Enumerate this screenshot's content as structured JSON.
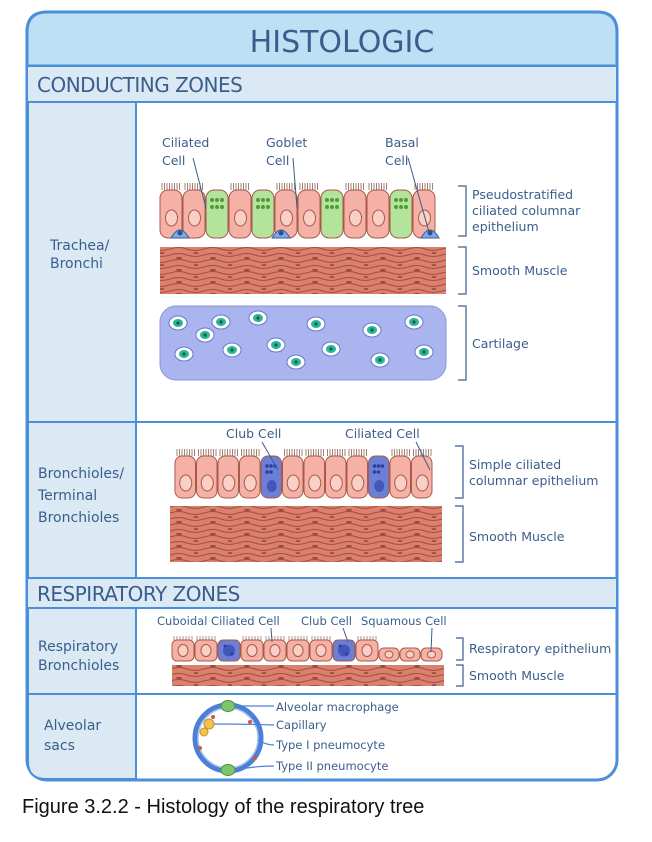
{
  "title": "HISTOLOGIC",
  "caption": "Figure 3.2.2 - Histology of the respiratory tree",
  "colors": {
    "frame": "#4a90d9",
    "header_fill": "#bfe0f4",
    "sidebar_fill": "#dbe9f4",
    "ciliated_cell": "#f5b1a6",
    "goblet_cell": "#b4e39c",
    "club_cell": "#6b7fd6",
    "muscle": "#d9806e",
    "cartilage": "#aab4ef",
    "chondrocyte": "#2bb59a"
  },
  "conducting": {
    "header": "CONDUCTING ZONES",
    "trachea": {
      "label_line1": "Trachea/",
      "label_line2": "Bronchi",
      "cell_labels": {
        "ciliated": [
          "Ciliated",
          "Cell"
        ],
        "goblet": [
          "Goblet",
          "Cell"
        ],
        "basal": [
          "Basal",
          "Cell"
        ]
      },
      "epithelium": [
        "Pseudostratified",
        "ciliated columnar",
        "epithelium"
      ],
      "muscle": "Smooth Muscle",
      "cartilage": "Cartilage"
    },
    "bronchioles": {
      "label_line1": "Bronchioles/",
      "label_line2": "Terminal",
      "label_line3": "Bronchioles",
      "club_cell": "Club Cell",
      "ciliated_cell": "Ciliated Cell",
      "epithelium": [
        "Simple ciliated",
        "columnar epithelium"
      ],
      "muscle": "Smooth Muscle"
    }
  },
  "respiratory": {
    "header": "RESPIRATORY ZONES",
    "resp_bronchioles": {
      "label_line1": "Respiratory",
      "label_line2": "Bronchioles",
      "cuboidal": "Cuboidal Ciliated Cell",
      "club": "Club Cell",
      "squamous": "Squamous Cell",
      "epithelium": "Respiratory epithelium",
      "muscle": "Smooth Muscle"
    },
    "alveolar": {
      "label_line1": "Alveolar",
      "label_line2": "sacs",
      "macrophage": "Alveolar macrophage",
      "capillary": "Capillary",
      "type1": "Type I pneumocyte",
      "type2": "Type II pneumocyte"
    }
  }
}
